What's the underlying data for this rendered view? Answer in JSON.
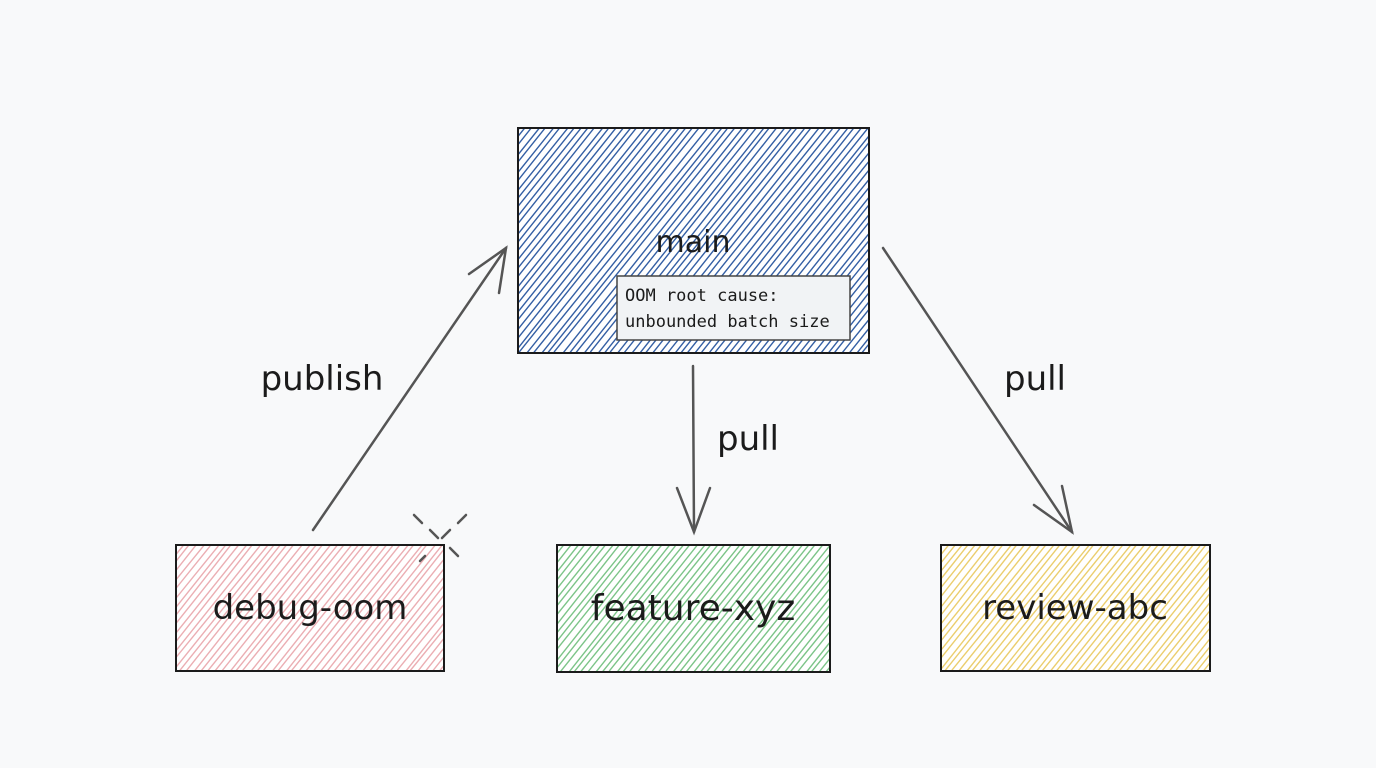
{
  "diagram": {
    "type": "branch-flow",
    "style": "hand-drawn sketch",
    "nodes": [
      {
        "id": "main",
        "label": "main",
        "fill_color": "#1e4e9a",
        "note": {
          "lines": [
            "OOM root cause:",
            "unbounded batch size"
          ]
        }
      },
      {
        "id": "debug-oom",
        "label": "debug-oom",
        "fill_color": "#e8a0a6",
        "selected_marker": true
      },
      {
        "id": "feature-xyz",
        "label": "feature-xyz",
        "fill_color": "#5bb56a"
      },
      {
        "id": "review-abc",
        "label": "review-abc",
        "fill_color": "#e6c24a"
      }
    ],
    "edges": [
      {
        "from": "debug-oom",
        "to": "main",
        "label": "publish"
      },
      {
        "from": "main",
        "to": "feature-xyz",
        "label": "pull"
      },
      {
        "from": "main",
        "to": "review-abc",
        "label": "pull"
      }
    ],
    "colors": {
      "background": "#f8f9fa",
      "stroke": "#1b1b1b",
      "arrow": "#555555",
      "note_bg": "#f1f3f5"
    }
  }
}
